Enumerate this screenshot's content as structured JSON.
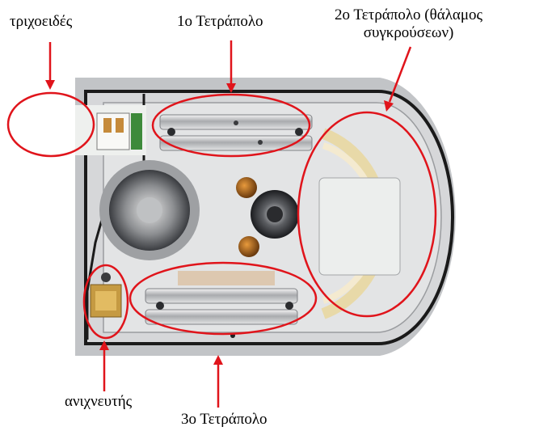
{
  "labels": {
    "capillary": "τριχοειδές",
    "quadrupole_1": "1ο Τετράπολο",
    "quadrupole_2_line1": "2ο Τετράπολο (θάλαμος",
    "quadrupole_2_line2": "συγκρούσεων)",
    "detector": "ανιχνευτής",
    "quadrupole_3": "3ο Τετράπολο"
  },
  "colors": {
    "highlight": "#e0141b",
    "housing": "#b9bbbe",
    "background": "#ffffff"
  }
}
